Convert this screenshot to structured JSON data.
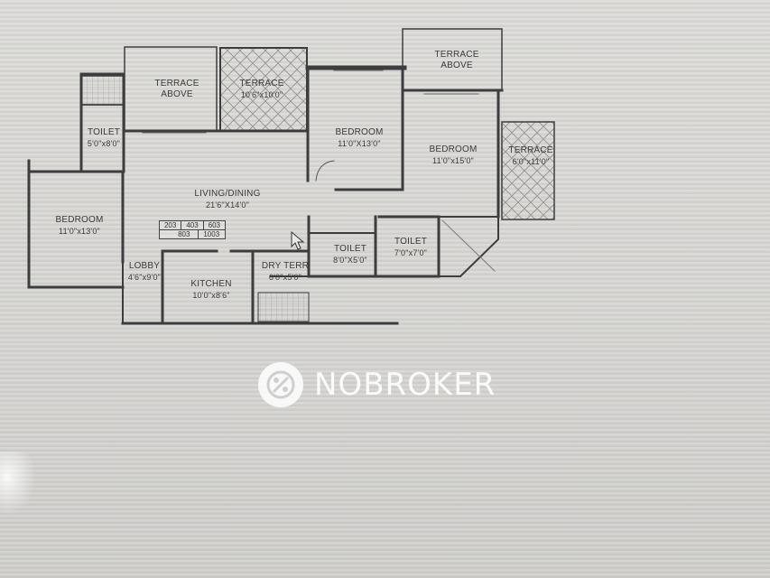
{
  "rooms": {
    "toilet_left": {
      "name": "TOILET",
      "dim": "5'0\"x8'0\""
    },
    "terrace_above_left": {
      "name": "TERRACE",
      "name2": "ABOVE"
    },
    "terrace_top": {
      "name": "TERRACE",
      "dim": "10'6\"x10'0\""
    },
    "bedroom_center": {
      "name": "BEDROOM",
      "dim": "11'0\"X13'0\""
    },
    "terrace_above_right": {
      "name": "TERRACE",
      "name2": "ABOVE"
    },
    "bedroom_right": {
      "name": "BEDROOM",
      "dim": "11'0\"x15'0\""
    },
    "terrace_right": {
      "name": "TERRACE",
      "dim": "6'0\"x11'0\""
    },
    "bedroom_left": {
      "name": "BEDROOM",
      "dim": "11'0\"x13'0\""
    },
    "living": {
      "name": "LIVING/DINING",
      "dim": "21'6\"X14'0\""
    },
    "lobby": {
      "name": "LOBBY",
      "dim": "4'6\"x9'0\""
    },
    "kitchen": {
      "name": "KITCHEN",
      "dim": "10'0\"x8'6\""
    },
    "dry_terrace": {
      "name": "DRY TERR",
      "dim": "6'0\"x5'0\""
    },
    "toilet_mid": {
      "name": "TOILET",
      "dim": "8'0\"X5'0\""
    },
    "toilet_right": {
      "name": "TOILET",
      "dim": "7'0\"x7'0\""
    }
  },
  "unit_numbers": {
    "row1": [
      "203",
      "403",
      "603"
    ],
    "row2": [
      "803",
      "1003"
    ]
  },
  "watermark": {
    "text": "NOBROKER",
    "icon": "nobroker-logo-icon"
  },
  "colors": {
    "wall": "#3d3d40",
    "hatch": "#8a8a8a",
    "watermark": "#ffffff"
  }
}
